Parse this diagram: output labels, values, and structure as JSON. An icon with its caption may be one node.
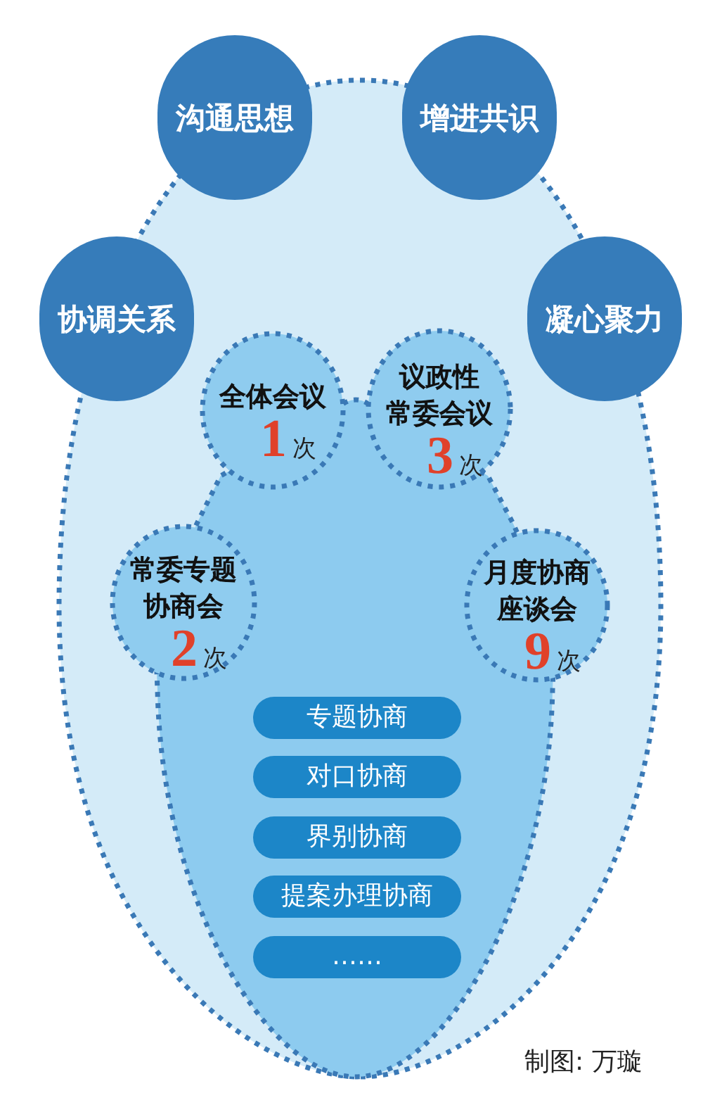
{
  "diagram": {
    "caption": "制图: 万璇",
    "nodes": [
      {
        "text": [],
        "shape": "ellipse"
      },
      {
        "text": [
          "沟通思想"
        ]
      },
      {
        "text": [
          "增进共识"
        ]
      },
      {
        "text": [
          "协调关系"
        ]
      },
      {
        "text": [
          "凝心聚力"
        ]
      },
      {
        "text": [],
        "shape": "shield",
        "in": 0
      },
      {
        "text": [
          "全体会议",
          "1",
          "次"
        ],
        "in": 0
      },
      {
        "text": [
          "议政性常委会议",
          "3",
          "次"
        ],
        "in": 0
      },
      {
        "text": [
          "常委专题协商会",
          "2",
          "次"
        ],
        "in": 0
      },
      {
        "text": [
          "月度协商座谈会",
          "9",
          "次"
        ],
        "in": 0
      },
      {
        "text": [
          "专题协商"
        ],
        "in": 5
      },
      {
        "text": [
          "对口协商"
        ],
        "in": 5
      },
      {
        "text": [
          "界别协商"
        ],
        "in": 5
      },
      {
        "text": [
          "提案办理协商"
        ],
        "in": 5
      },
      {
        "text": [
          "……"
        ],
        "in": 5
      }
    ]
  }
}
